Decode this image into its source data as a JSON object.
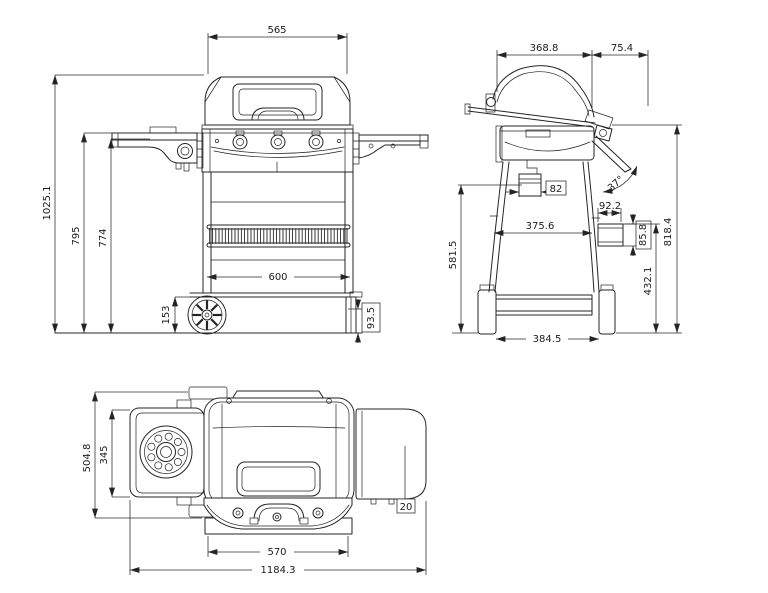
{
  "drawing": {
    "type": "grill-three-view-dimension-drawing",
    "line_color": "#242424",
    "background": "#ffffff"
  },
  "views": {
    "front": {
      "name": "front-view",
      "dims": {
        "lid_width": "565",
        "overall_height": "1025.1",
        "shelf_height": "795",
        "panel_height": "774",
        "cart_width": "600",
        "wheel_height": "153",
        "foot_height": "93.5"
      }
    },
    "side": {
      "name": "side-view",
      "dims": {
        "body_depth": "368.8",
        "lid_overhang": "75.4",
        "grease_cup_width": "82",
        "shelf_fold_angle": "37°",
        "tank_width": "92.2",
        "tank_height": "85.8",
        "overall_height": "818.4",
        "leg_height": "581.5",
        "leg_span": "375.6",
        "lower_frame_height": "432.1",
        "wheelbase": "384.5"
      }
    },
    "top": {
      "name": "top-view",
      "dims": {
        "overall_depth": "504.8",
        "side_shelf_depth": "345",
        "lid_width": "570",
        "overall_width": "1184.3",
        "shelf_edge_offset": "20"
      }
    }
  }
}
